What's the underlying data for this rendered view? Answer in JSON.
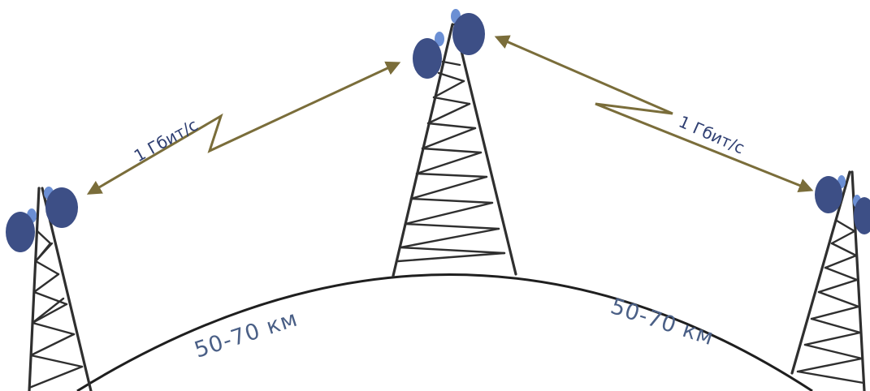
{
  "links": {
    "left_rate": "1 Гбит/с",
    "right_rate": "1 Гбит/с"
  },
  "distances": {
    "left": "50-70 км",
    "right": "50-70 км"
  },
  "colors": {
    "link_arrow": "#7a6d3a",
    "dish": "#3d4f86",
    "dish_small": "#6b8fd4",
    "tower": "#2f2f2f",
    "distance_text": "#4a5f86",
    "rate_text": "#2f3f72"
  },
  "icons": {
    "dish": "satellite-dish-icon",
    "tower": "radio-tower-icon"
  }
}
